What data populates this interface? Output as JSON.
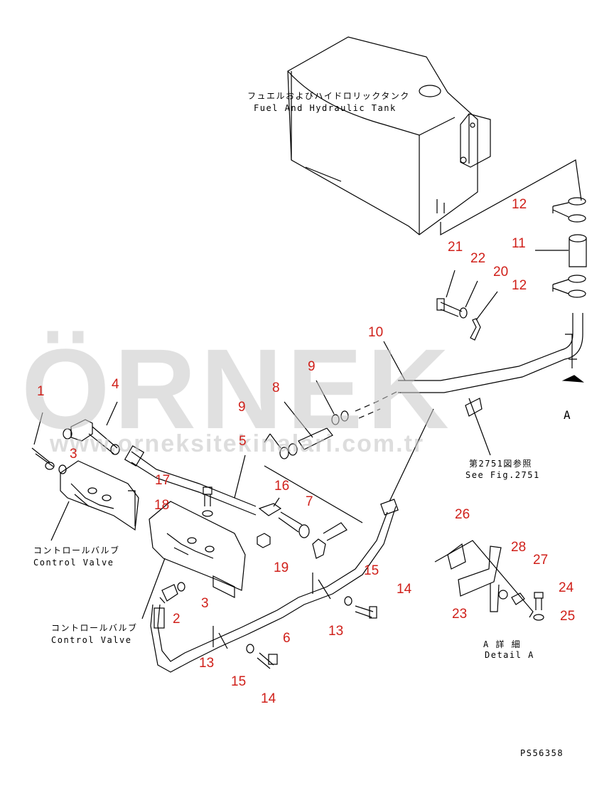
{
  "tank_label_ja": "フュエルおよびハイドロリックタンク",
  "tank_label_en": "Fuel And Hydraulic Tank",
  "control_valve_upper_ja": "コントロールバルブ",
  "control_valve_upper_en": "Control Valve",
  "control_valve_lower_ja": "コントロールバルブ",
  "control_valve_lower_en": "Control Valve",
  "see_fig_ja": "第2751図参照",
  "see_fig_en": "See Fig.2751",
  "detail_ja": "A 詳 細",
  "detail_en": "Detail A",
  "arrow_a": "A",
  "drawing_code": "PS56358",
  "watermark_main": "ÖRNEK",
  "watermark_url": "www.orneksitekinalari.com.tr",
  "callouts": [
    "1",
    "3",
    "4",
    "9",
    "8",
    "5",
    "17",
    "18",
    "16",
    "7",
    "19",
    "9",
    "10",
    "21",
    "22",
    "20",
    "12",
    "11",
    "12",
    "2",
    "3",
    "6",
    "13",
    "15",
    "14",
    "13",
    "15",
    "14",
    "26",
    "28",
    "27",
    "24",
    "23",
    "25"
  ],
  "colors": {
    "callout": "#d0201a",
    "linework": "#000000",
    "watermark": "#c8c8c8",
    "watermark_accent": "#f1d68a"
  }
}
